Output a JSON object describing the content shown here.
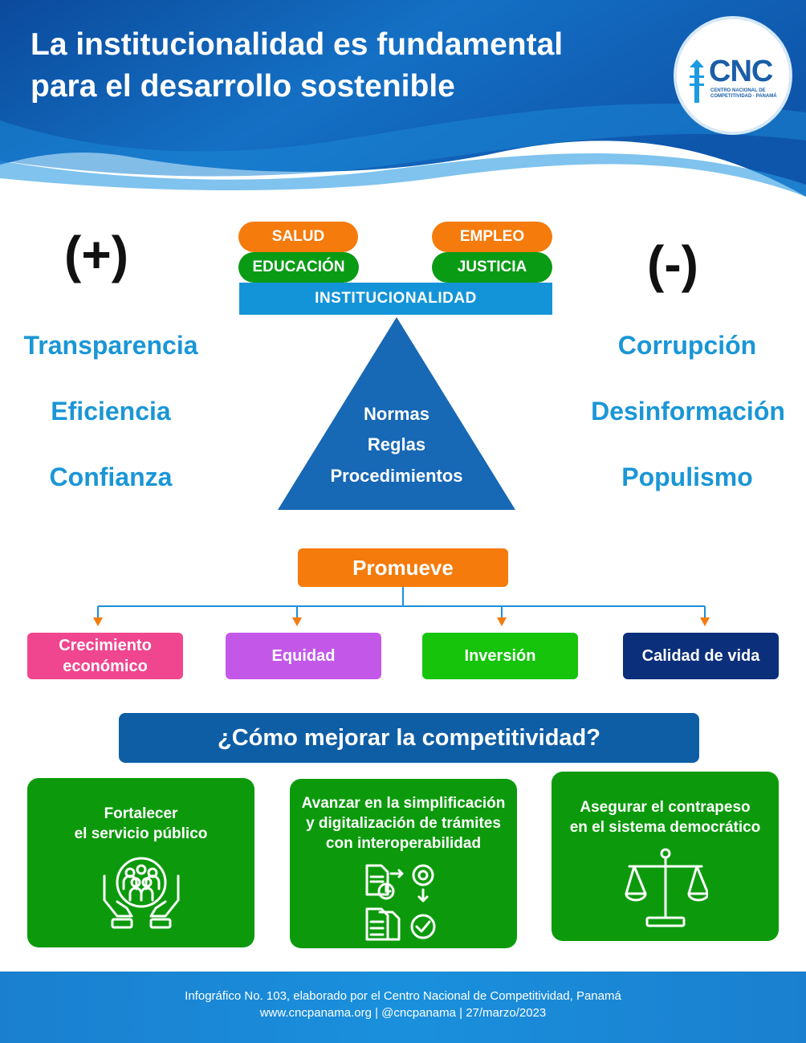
{
  "header": {
    "title_line1": "La institucionalidad es fundamental",
    "title_line2": "para el desarrollo sostenible",
    "logo_text": "CNC",
    "logo_subtitle": "CENTRO NACIONAL DE COMPETITIVIDAD · PANAMÁ"
  },
  "top_pills": {
    "salud": "SALUD",
    "empleo": "EMPLEO",
    "educacion": "EDUCACIÓN",
    "justicia": "JUSTICIA",
    "institucionalidad": "INSTITUCIONALIDAD"
  },
  "positive": {
    "sign": "(+)",
    "items": [
      "Transparencia",
      "Eficiencia",
      "Confianza"
    ]
  },
  "negative": {
    "sign": "(-)",
    "items": [
      "Corrupción",
      "Desinformación",
      "Populismo"
    ]
  },
  "triangle": {
    "items": [
      "Normas",
      "Reglas",
      "Procedimientos"
    ]
  },
  "promueve": {
    "label": "Promueve",
    "outcomes": [
      "Crecimiento económico",
      "Equidad",
      "Inversión",
      "Calidad de vida"
    ]
  },
  "question": "¿Cómo mejorar la competitividad?",
  "cards": [
    {
      "text": "Fortalecer\nel servicio público",
      "icon": "people-hands-icon"
    },
    {
      "text": "Avanzar en la simplificación\ny digitalización de trámites\ncon interoperabilidad",
      "icon": "document-process-icon"
    },
    {
      "text": "Asegurar el contrapeso\nen el sistema democrático",
      "icon": "balance-scale-icon"
    }
  ],
  "footer": {
    "line1": "Infográfico No. 103, elaborado por el Centro Nacional de Competitividad, Panamá",
    "line2": "www.cncpanama.org | @cncpanama | 27/marzo/2023"
  },
  "colors": {
    "header_blue": "#1466b8",
    "accent_blue": "#1a96d6",
    "orange": "#f47b0c",
    "green": "#0a9b15",
    "pink": "#f0468f",
    "purple": "#c358e8",
    "bright_green": "#16c40b",
    "navy": "#0b2f7a"
  }
}
